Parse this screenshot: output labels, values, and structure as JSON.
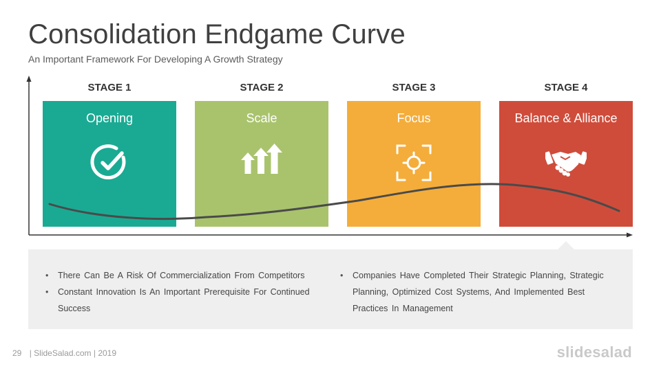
{
  "header": {
    "title": "Consolidation Endgame Curve",
    "subtitle": "An Important Framework For Developing A Growth Strategy"
  },
  "stages": [
    {
      "label": "STAGE 1",
      "title": "Opening",
      "icon": "check-circle-icon",
      "color": "#1aaa93"
    },
    {
      "label": "STAGE 2",
      "title": "Scale",
      "icon": "up-arrows-icon",
      "color": "#a9c36d"
    },
    {
      "label": "STAGE 3",
      "title": "Focus",
      "icon": "target-icon",
      "color": "#f4ad3b"
    },
    {
      "label": "STAGE 4",
      "title": "Balance & Alliance",
      "icon": "handshake-icon",
      "color": "#cf4c3b"
    }
  ],
  "notes": {
    "left": [
      "There Can Be A Risk Of Commercialization  From Competitors",
      "Constant  Innovation  Is  An  Important  Prerequisite  For Continued  Success"
    ],
    "right": [
      "Companies  Have Completed  Their Strategic Planning, Strategic  Planning,  Optimized  Cost  Systems,  And  Implemented Best Practices  In  Management"
    ]
  },
  "footer": {
    "page": "29",
    "site": "| SlideSalad.com | 2019",
    "brand": "slidesalad"
  }
}
